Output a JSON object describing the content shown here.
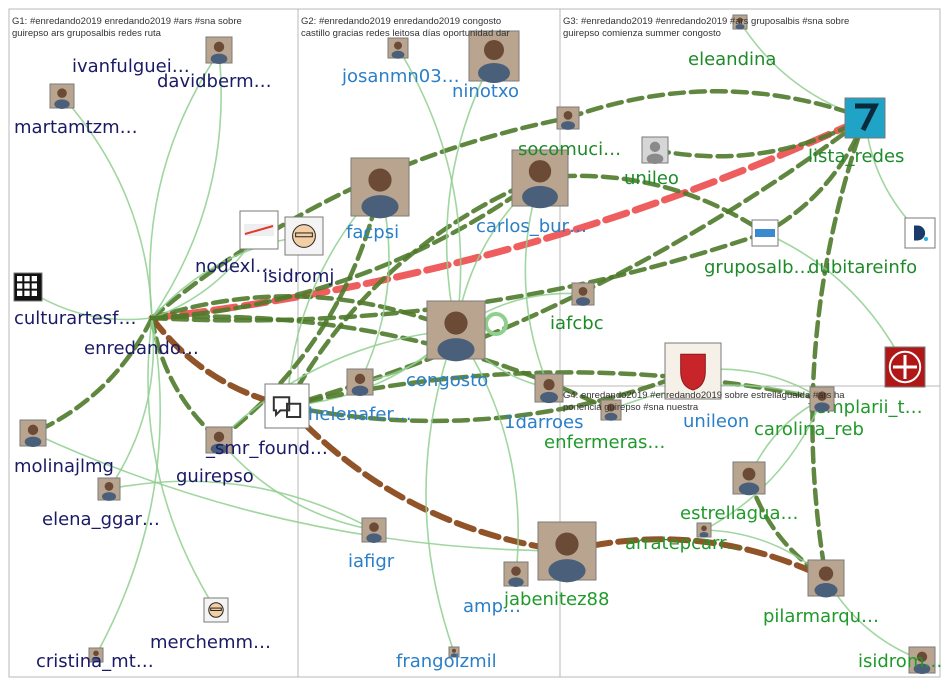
{
  "groups": [
    {
      "id": "G1",
      "header_line1": "G1: #enredando2019 enredando2019 #ars #sna sobre",
      "header_line2": "guirepso ars gruposalbis redes ruta"
    },
    {
      "id": "G2",
      "header_line1": "G2: #enredando2019 enredando2019 congosto",
      "header_line2": "castillo gracias redes leitosa días oportunidad dar"
    },
    {
      "id": "G3",
      "header_line1": "G3: #enredando2019 #enredando2019 #ars gruposalbis #sna sobre",
      "header_line2": "guirepso comienza summer congosto"
    },
    {
      "id": "G4",
      "header_line1": "G4: enredando2019 #enredando2019 sobre estrellagualda #ars ha",
      "header_line2": "ponencia guirepso #sna nuestra"
    }
  ],
  "colors": {
    "g1_label": "#1a1a66",
    "g2_label": "#2b7fc9",
    "g3_label": "#1f8a2a",
    "g4_label": "#1f9a2a",
    "edge_light": "#8fcf8f",
    "edge_dark": "#4f7a2a",
    "edge_brown": "#8b4a1c",
    "edge_red": "#ee5555"
  },
  "nodes": [
    {
      "id": "ivanfulguei",
      "label": "ivanfulguei…",
      "group": "G1",
      "avatar": "photo"
    },
    {
      "id": "davidberm",
      "label": "davidberm…",
      "group": "G1",
      "avatar": "photo"
    },
    {
      "id": "martamtzm",
      "label": "martamtzm…",
      "group": "G1",
      "avatar": "photo"
    },
    {
      "id": "culturartesf",
      "label": "culturartesf…",
      "group": "G1",
      "avatar": "aaa-logo"
    },
    {
      "id": "enredando",
      "label": "enredando…",
      "group": "G1",
      "avatar": "none"
    },
    {
      "id": "nodexl",
      "label": "nodexl…",
      "group": "G1",
      "avatar": "nodexl-logo"
    },
    {
      "id": "isidromj",
      "label": "isidromj",
      "group": "G1",
      "avatar": "cartoon"
    },
    {
      "id": "molinajlmg",
      "label": "molinajlmg",
      "group": "G1",
      "avatar": "photo"
    },
    {
      "id": "guirepso",
      "label": "guirepso",
      "group": "G1",
      "avatar": "photo"
    },
    {
      "id": "smr_found",
      "label": "_smr_found…",
      "group": "G1",
      "avatar": "smr-logo"
    },
    {
      "id": "elena_ggar",
      "label": "elena_ggar…",
      "group": "G1",
      "avatar": "photo"
    },
    {
      "id": "merchemm",
      "label": "merchemm…",
      "group": "G1",
      "avatar": "cartoon"
    },
    {
      "id": "cristina_mt",
      "label": "cristina_mt…",
      "group": "G1",
      "avatar": "photo"
    },
    {
      "id": "josanmn03",
      "label": "josanmn03…",
      "group": "G2",
      "avatar": "photo"
    },
    {
      "id": "ninotxo",
      "label": "ninotxo",
      "group": "G2",
      "avatar": "photo"
    },
    {
      "id": "facpsi",
      "label": "facpsi",
      "group": "G2",
      "avatar": "photo"
    },
    {
      "id": "carlos_bur",
      "label": "carlos_bur…",
      "group": "G2",
      "avatar": "photo"
    },
    {
      "id": "congosto",
      "label": "congosto",
      "group": "G2",
      "avatar": "photo"
    },
    {
      "id": "helenafer",
      "label": "helenafer…",
      "group": "G2",
      "avatar": "photo"
    },
    {
      "id": "1darroes",
      "label": "1darroes",
      "group": "G2",
      "avatar": "photo"
    },
    {
      "id": "iafigr",
      "label": "iafigr",
      "group": "G2",
      "avatar": "photo"
    },
    {
      "id": "ampa",
      "label": "amp…",
      "group": "G2",
      "avatar": "photo"
    },
    {
      "id": "frangolzmil",
      "label": "frangolzmil",
      "group": "G2",
      "avatar": "photo"
    },
    {
      "id": "unileon",
      "label": "unileon",
      "group": "G2",
      "avatar": "shield"
    },
    {
      "id": "eleandina",
      "label": "eleandina",
      "group": "G3",
      "avatar": "photo"
    },
    {
      "id": "socomuci",
      "label": "socomuci…",
      "group": "G3",
      "avatar": "photo"
    },
    {
      "id": "lista_redes",
      "label": "lista_redes",
      "group": "G3",
      "avatar": "seven-logo"
    },
    {
      "id": "unileo",
      "label": "unileo",
      "group": "G3",
      "avatar": "silhouette"
    },
    {
      "id": "gruposalb",
      "label": "gruposalb…",
      "group": "G3",
      "avatar": "gruposalbis-logo"
    },
    {
      "id": "dubitareinfo",
      "label": "dubitareinfo",
      "group": "G3",
      "avatar": "d-logo"
    },
    {
      "id": "iafcbc",
      "label": "iafcbc",
      "group": "G3",
      "avatar": "photo"
    },
    {
      "id": "templarii",
      "label": "templarii_t…",
      "group": "G4",
      "avatar": "cross-logo"
    },
    {
      "id": "carolina_reb",
      "label": "carolina_reb",
      "group": "G4",
      "avatar": "photo"
    },
    {
      "id": "enfermeras",
      "label": "enfermeras…",
      "group": "G4",
      "avatar": "photo"
    },
    {
      "id": "estrellagua",
      "label": "estrellagua…",
      "group": "G4",
      "avatar": "photo"
    },
    {
      "id": "arratepcarr",
      "label": "arratepcarr…",
      "group": "G4",
      "avatar": "photo"
    },
    {
      "id": "jabenitez88",
      "label": "jabenitez88",
      "group": "G4",
      "avatar": "photo"
    },
    {
      "id": "pilarmarqu",
      "label": "pilarmarqu…",
      "group": "G4",
      "avatar": "photo"
    },
    {
      "id": "isidrom",
      "label": "isidrom…",
      "group": "G4",
      "avatar": "photo"
    }
  ],
  "edges": [
    {
      "from": "enredando",
      "to": "lista_redes",
      "style": "red"
    },
    {
      "from": "enredando",
      "to": "socomuci",
      "style": "dark-dashed"
    },
    {
      "from": "enredando",
      "to": "carlos_bur",
      "style": "dark-dashed"
    },
    {
      "from": "enredando",
      "to": "congosto",
      "style": "dark-dashed"
    },
    {
      "from": "enredando",
      "to": "smr_found",
      "style": "brown-dashed"
    },
    {
      "from": "enredando",
      "to": "molinajlmg",
      "style": "dark-dashed"
    },
    {
      "from": "enredando",
      "to": "guirepso",
      "style": "dark-dashed"
    },
    {
      "from": "enredando",
      "to": "culturartesf",
      "style": "light"
    },
    {
      "from": "enredando",
      "to": "martamtzm",
      "style": "light"
    },
    {
      "from": "enredando",
      "to": "ivanfulguei",
      "style": "light"
    },
    {
      "from": "enredando",
      "to": "davidberm",
      "style": "light"
    },
    {
      "from": "enredando",
      "to": "isidromj",
      "style": "light"
    },
    {
      "from": "enredando",
      "to": "nodexl",
      "style": "light"
    },
    {
      "from": "enredando",
      "to": "elena_ggar",
      "style": "light"
    },
    {
      "from": "enredando",
      "to": "merchemm",
      "style": "light"
    },
    {
      "from": "enredando",
      "to": "cristina_mt",
      "style": "light"
    },
    {
      "from": "enredando",
      "to": "gruposalb",
      "style": "dark-dashed"
    },
    {
      "from": "enredando",
      "to": "enfermeras",
      "style": "dark-dashed"
    },
    {
      "from": "smr_found",
      "to": "lista_redes",
      "style": "dark-dashed"
    },
    {
      "from": "smr_found",
      "to": "carlos_bur",
      "style": "dark-dashed"
    },
    {
      "from": "smr_found",
      "to": "congosto",
      "style": "light"
    },
    {
      "from": "smr_found",
      "to": "facpsi",
      "style": "light"
    },
    {
      "from": "smr_found",
      "to": "jabenitez88",
      "style": "brown-dashed"
    },
    {
      "from": "smr_found",
      "to": "carolina_reb",
      "style": "dark-dashed"
    },
    {
      "from": "smr_found",
      "to": "unileon",
      "style": "dark-dashed"
    },
    {
      "from": "jabenitez88",
      "to": "pilarmarqu",
      "style": "brown-dashed"
    },
    {
      "from": "guirepso",
      "to": "facpsi",
      "style": "dark-dashed"
    },
    {
      "from": "guirepso",
      "to": "congosto",
      "style": "light"
    },
    {
      "from": "guirepso",
      "to": "iafigr",
      "style": "light"
    },
    {
      "from": "carlos_bur",
      "to": "gruposalb",
      "style": "dark-dashed"
    },
    {
      "from": "carlos_bur",
      "to": "congosto",
      "style": "light"
    },
    {
      "from": "lista_redes",
      "to": "gruposalb",
      "style": "dark-dashed"
    },
    {
      "from": "lista_redes",
      "to": "dubitareinfo",
      "style": "light"
    },
    {
      "from": "lista_redes",
      "to": "eleandina",
      "style": "light"
    },
    {
      "from": "lista_redes",
      "to": "pilarmarqu",
      "style": "dark-dashed"
    },
    {
      "from": "socomuci",
      "to": "lista_redes",
      "style": "dark-dashed"
    },
    {
      "from": "unileo",
      "to": "lista_redes",
      "style": "dark-dashed"
    },
    {
      "from": "gruposalb",
      "to": "templarii",
      "style": "light"
    },
    {
      "from": "congosto",
      "to": "1darroes",
      "style": "light"
    },
    {
      "from": "congosto",
      "to": "helenafer",
      "style": "light"
    },
    {
      "from": "congosto",
      "to": "josanmn03",
      "style": "light"
    },
    {
      "from": "congosto",
      "to": "ninotxo",
      "style": "light"
    },
    {
      "from": "congosto",
      "to": "frangolzmil",
      "style": "light"
    },
    {
      "from": "congosto",
      "to": "ampa",
      "style": "light"
    },
    {
      "from": "carolina_reb",
      "to": "estrellagua",
      "style": "light"
    },
    {
      "from": "carolina_reb",
      "to": "arratepcarr",
      "style": "light"
    },
    {
      "from": "estrellagua",
      "to": "pilarmarqu",
      "style": "dark-dashed"
    },
    {
      "from": "arratepcarr",
      "to": "pilarmarqu",
      "style": "light"
    },
    {
      "from": "pilarmarqu",
      "to": "isidrom",
      "style": "light"
    },
    {
      "from": "enfermeras",
      "to": "carolina_reb",
      "style": "light"
    },
    {
      "from": "iafcbc",
      "to": "congosto",
      "style": "light"
    },
    {
      "from": "unileon",
      "to": "carolina_reb",
      "style": "light"
    },
    {
      "from": "molinajlmg",
      "to": "jabenitez88",
      "style": "light"
    },
    {
      "from": "elena_ggar",
      "to": "iafigr",
      "style": "light"
    },
    {
      "from": "helenafer",
      "to": "facpsi",
      "style": "light"
    },
    {
      "from": "1darroes",
      "to": "carlos_bur",
      "style": "light"
    }
  ]
}
